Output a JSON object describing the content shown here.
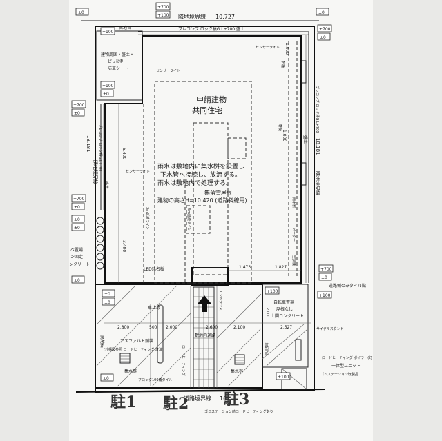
{
  "boundary": {
    "top_label": "隣地境界線",
    "top_length": "10.727",
    "bottom_label": "道路境界線",
    "bottom_length": "10.",
    "left_label": "隣地境界線",
    "left_length": "18.181",
    "right_label": "隣地境界線",
    "right_length": "18.181"
  },
  "elevation_tags": {
    "tl": "±0",
    "tl2": "+700",
    "tl3": "+100",
    "tl4": "+100",
    "tr": "±0",
    "tr2": "+700",
    "tr3": "±0",
    "l1": "+700",
    "l2": "±0",
    "l3": "+700",
    "l4": "±0",
    "l5": "±0",
    "l6": "±0",
    "l7": "±0",
    "l8": "±0",
    "l9": "±0",
    "l10": "±0",
    "r1": "+700",
    "r2": "±0",
    "r3": "+100",
    "r4": "+100",
    "r5": "+100",
    "m1": "±0",
    "m2": "+100"
  },
  "labels": {
    "top_wall": "ブレコンブ ロック積G.L+700",
    "top_fill": "盛土",
    "stone_wall": "民地石",
    "building_edge": "建物周囲・盛土・",
    "gravel": "ピリ砂利+",
    "weed_sheet": "防草シート",
    "sensor1": "センサーライト",
    "sensor2": "センサーライト",
    "sensor3": "センサーライト",
    "building_title": "申請建物",
    "building_sub": "共同住宅",
    "note1": "雨水は敷地内に集水桝を設置し",
    "note2": "下水管へ接続し、放流する。",
    "note3": "雨水は敷地内で処理する。",
    "snow": "無落雪屋根",
    "height": "建物の高さH=10.420 (道路斜線用)",
    "left_wall": "ブレコンブ ロック積G.L+700",
    "left_fill": "盛土",
    "right_wall": "ブレコンブ ロック積G.L+700",
    "right_fill": "盛土",
    "dim_5400": "5.400",
    "dim_3400": "3.400",
    "dim_1000": "1.000",
    "dim_1473": "1.473",
    "dim_1827": "1.827",
    "line_3m": "3m延焼ライン",
    "line_5m": "5m延焼ライン",
    "eaves_r": "軒樋",
    "eaves_r2": "軒樋",
    "ac": "空調機",
    "meter": "メーター",
    "drain": "雨水桝",
    "sign": "LED銘名板",
    "entrance": "エントランス",
    "car_stop": "車止め",
    "dim_2800": "2.800",
    "dim_500": "500",
    "dim_2000": "2.000",
    "dim_2600": "2.600",
    "dim_2100": "2.100",
    "dim_2527": "2.527",
    "dim_2000b": "2.000",
    "parking_lane": "敷地内通路",
    "asphalt": "アスファルト舗装",
    "asphalt_sub": "(外構図参照 ロードヒーティング 灯油)",
    "catch1": "集水桝",
    "catch2": "集水桝",
    "block": "ブロック100角タイル",
    "heating": "ロードヒーティング",
    "stone_left": "民地石",
    "bike_title": "自転車置場",
    "bike_roof": "屋根なし",
    "bike_floor": "土間コンクリート",
    "cycle_stand": "サイクルスタンド",
    "road_tile": "道路側のみタイル貼",
    "boiler": "ロードヒーティング ボイラー(灯",
    "boiler2": "一体型ユニット",
    "garbage": "ゴミステーション既製品",
    "garbage_heat": "ゴミステーション前ロードヒーティングあり",
    "left_side1": "ベ置場",
    "left_side2": "ン固定",
    "left_side3": "ンクリート",
    "slope": "勾配防止",
    "park1": "駐1",
    "park2": "駐2",
    "park3": "駐3"
  }
}
